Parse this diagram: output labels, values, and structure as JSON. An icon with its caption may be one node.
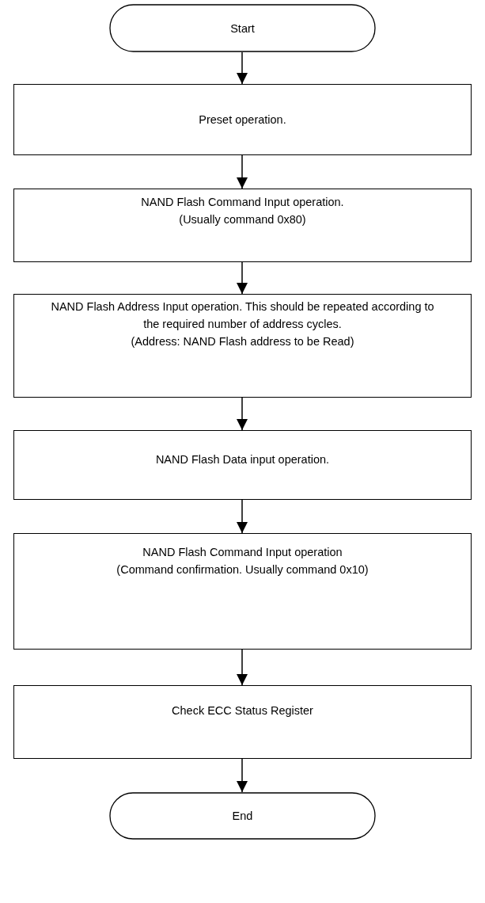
{
  "diagram": {
    "nodes": [
      {
        "text": [
          "Start"
        ]
      },
      {
        "text": [
          "Preset operation."
        ]
      },
      {
        "text": [
          "NAND Flash Command Input operation.",
          "(Usually command 0x80)"
        ]
      },
      {
        "text": [
          "NAND Flash Address Input operation. This should be repeated according to the required number of address cycles.",
          "(Address: NAND Flash address to be Read)"
        ]
      },
      {
        "text": [
          "NAND Flash Data input operation."
        ]
      },
      {
        "text": [
          "NAND Flash Command Input operation",
          "(Command confirmation. Usually command 0x10)"
        ]
      },
      {
        "text": [
          "Check ECC Status Register"
        ]
      },
      {
        "text": [
          "End"
        ]
      }
    ],
    "edges": [
      {
        "from": 0,
        "to": 1,
        "arrow": "to"
      },
      {
        "from": 1,
        "to": 2,
        "arrow": "to"
      },
      {
        "from": 2,
        "to": 3,
        "arrow": "to"
      },
      {
        "from": 3,
        "to": 4,
        "arrow": "to"
      },
      {
        "from": 4,
        "to": 5,
        "arrow": "to"
      },
      {
        "from": 5,
        "to": 6,
        "arrow": "to"
      },
      {
        "from": 6,
        "to": 7,
        "arrow": "to"
      }
    ]
  }
}
